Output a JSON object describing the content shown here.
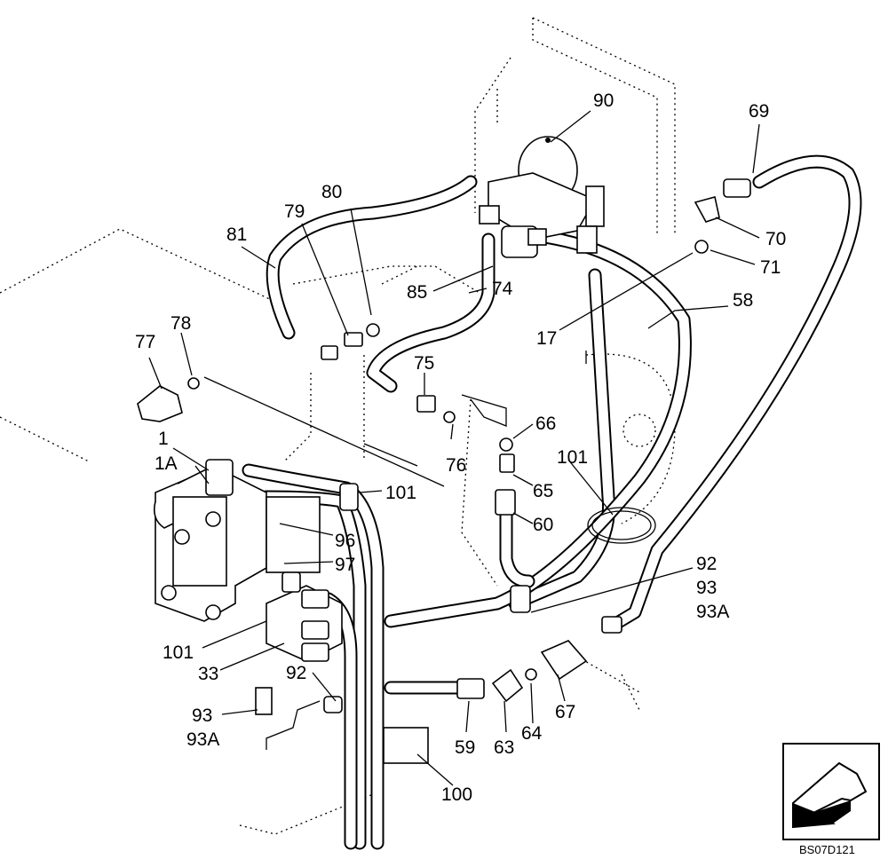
{
  "diagram": {
    "code": "BS07D121",
    "labels": [
      {
        "id": "90",
        "text": "90"
      },
      {
        "id": "69",
        "text": "69"
      },
      {
        "id": "80",
        "text": "80"
      },
      {
        "id": "79",
        "text": "79"
      },
      {
        "id": "81",
        "text": "81"
      },
      {
        "id": "70",
        "text": "70"
      },
      {
        "id": "71",
        "text": "71"
      },
      {
        "id": "58",
        "text": "58"
      },
      {
        "id": "85",
        "text": "85"
      },
      {
        "id": "74",
        "text": "74"
      },
      {
        "id": "17",
        "text": "17"
      },
      {
        "id": "78",
        "text": "78"
      },
      {
        "id": "77",
        "text": "77"
      },
      {
        "id": "75",
        "text": "75"
      },
      {
        "id": "66",
        "text": "66"
      },
      {
        "id": "1",
        "text": "1"
      },
      {
        "id": "1A",
        "text": "1A"
      },
      {
        "id": "76",
        "text": "76"
      },
      {
        "id": "101a",
        "text": "101"
      },
      {
        "id": "101b",
        "text": "101"
      },
      {
        "id": "65",
        "text": "65"
      },
      {
        "id": "60",
        "text": "60"
      },
      {
        "id": "96",
        "text": "96"
      },
      {
        "id": "97",
        "text": "97"
      },
      {
        "id": "92a",
        "text": "92"
      },
      {
        "id": "93a",
        "text": "93"
      },
      {
        "id": "93Aa",
        "text": "93A"
      },
      {
        "id": "101c",
        "text": "101"
      },
      {
        "id": "33",
        "text": "33"
      },
      {
        "id": "92b",
        "text": "92"
      },
      {
        "id": "93b",
        "text": "93"
      },
      {
        "id": "93Ab",
        "text": "93A"
      },
      {
        "id": "67",
        "text": "67"
      },
      {
        "id": "64",
        "text": "64"
      },
      {
        "id": "59",
        "text": "59"
      },
      {
        "id": "63",
        "text": "63"
      },
      {
        "id": "100",
        "text": "100"
      }
    ]
  }
}
